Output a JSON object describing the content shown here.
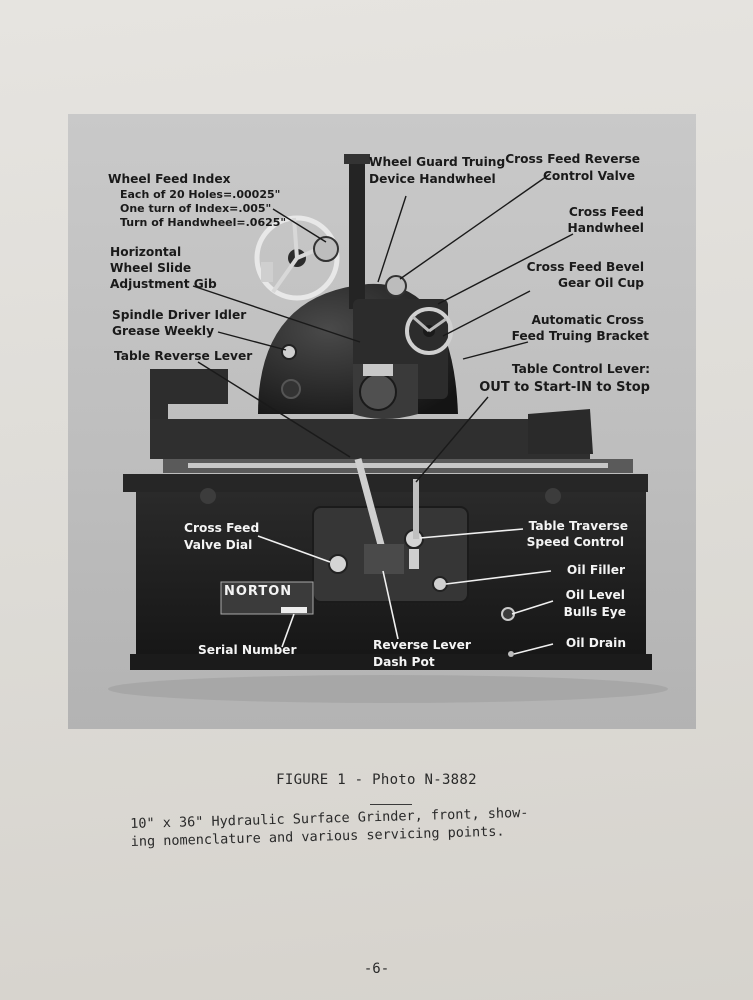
{
  "figure": {
    "labels": {
      "wheel_feed_index": "Wheel Feed Index",
      "wheel_feed_index_sub1": "Each of 20 Holes=.00025\"",
      "wheel_feed_index_sub2": "One turn of Index=.005\"",
      "wheel_feed_index_sub3": "Turn of Handwheel=.0625\"",
      "wheel_guard_truing_1": "Wheel Guard Truing",
      "wheel_guard_truing_2": "Device Handwheel",
      "cross_feed_reverse_1": "Cross Feed Reverse",
      "cross_feed_reverse_2": "Control Valve",
      "horizontal_1": "Horizontal",
      "horizontal_2": "Wheel Slide",
      "horizontal_3": "Adjustment Gib",
      "cross_feed_handwheel_1": "Cross Feed",
      "cross_feed_handwheel_2": "Handwheel",
      "cross_feed_bevel_1": "Cross Feed Bevel",
      "cross_feed_bevel_2": "Gear Oil Cup",
      "spindle_driver_1": "Spindle Driver Idler",
      "spindle_driver_2": "Grease Weekly",
      "automatic_cross_1": "Automatic Cross",
      "automatic_cross_2": "Feed Truing Bracket",
      "table_reverse_lever": "Table Reverse Lever",
      "table_control_1": "Table Control Lever:",
      "table_control_2": "OUT to Start-IN to Stop",
      "cross_feed_valve_1": "Cross Feed",
      "cross_feed_valve_2": "Valve Dial",
      "table_traverse_1": "Table Traverse",
      "table_traverse_2": "Speed Control",
      "oil_filler": "Oil Filler",
      "oil_level_1": "Oil Level",
      "oil_level_2": "Bulls Eye",
      "oil_drain": "Oil Drain",
      "serial_number": "Serial Number",
      "reverse_lever_1": "Reverse Lever",
      "reverse_lever_2": "Dash Pot",
      "nameplate": "NORTON"
    },
    "caption_title": "FIGURE 1 - Photo N-3882",
    "caption_line1": "10\" x 36\" Hydraulic Surface Grinder, front, show-",
    "caption_line2": "ing nomenclature and various servicing points."
  },
  "page_number": "-6-"
}
